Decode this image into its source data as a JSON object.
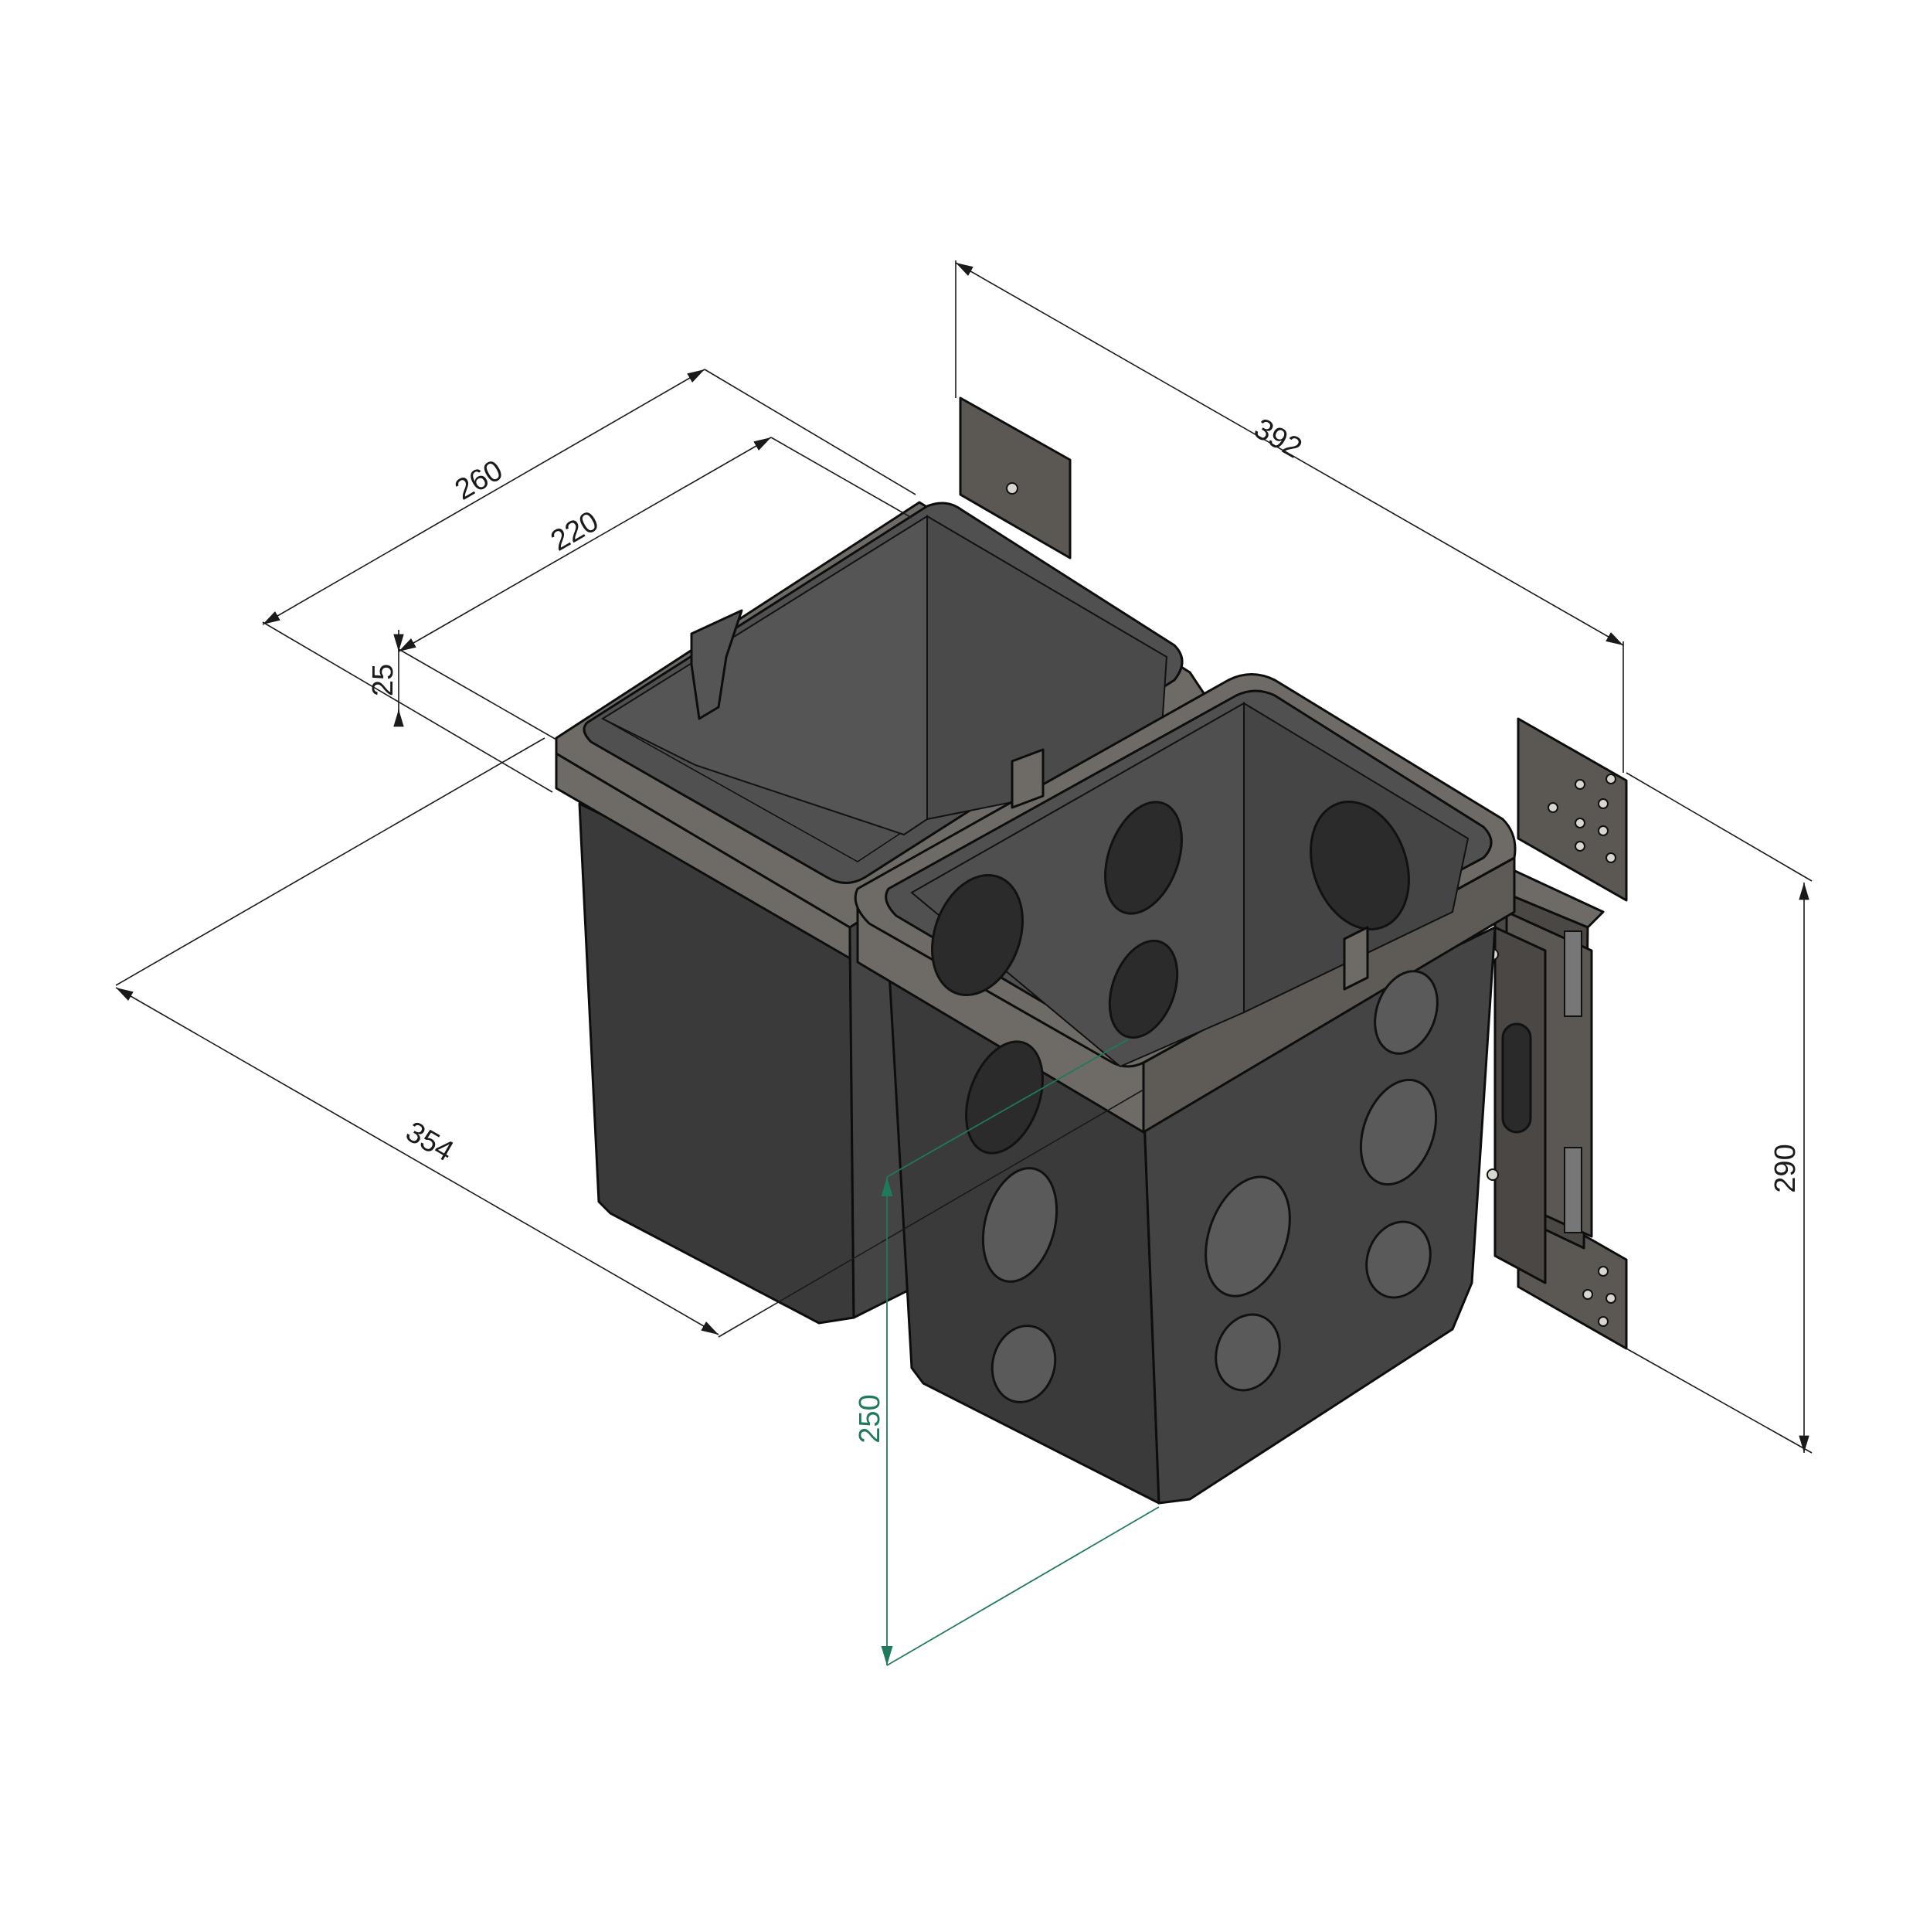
{
  "dimensions": {
    "d392": "392",
    "d260": "260",
    "d220": "220",
    "d25": "25",
    "d354": "354",
    "d290": "290",
    "d250": "250"
  },
  "colors": {
    "bin_dark": "#3a3a3a",
    "bin_mid": "#4b4b4b",
    "rim": "#6e6a66",
    "bracket": "#5b5753",
    "dim_black": "#1a1a1a",
    "dim_green": "#1f7a5c"
  }
}
